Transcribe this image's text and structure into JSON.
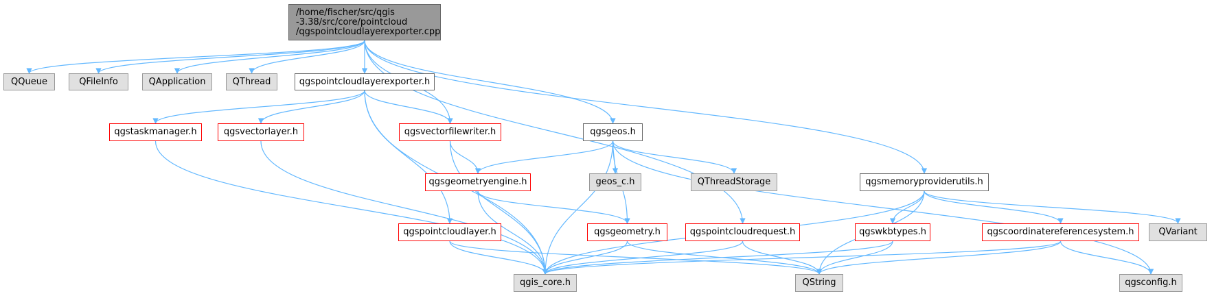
{
  "nodes": [
    {
      "id": "root",
      "lines": [
        "/home/fischer/src/qgis",
        "-3.38/src/core/pointcloud",
        "/qgspointcloudlayerexporter.cpp"
      ],
      "style": "root"
    },
    {
      "id": "qqueue",
      "label": "QQueue",
      "style": "gray"
    },
    {
      "id": "qfileinfo",
      "label": "QFileInfo",
      "style": "gray"
    },
    {
      "id": "qapplication",
      "label": "QApplication",
      "style": "gray"
    },
    {
      "id": "qthread",
      "label": "QThread",
      "style": "gray"
    },
    {
      "id": "exporter_h",
      "label": "qgspointcloudlayerexporter.h",
      "style": "white"
    },
    {
      "id": "taskmanager",
      "label": "qgstaskmanager.h",
      "style": "red"
    },
    {
      "id": "vectorlayer",
      "label": "qgsvectorlayer.h",
      "style": "red"
    },
    {
      "id": "vectorfilewriter",
      "label": "qgsvectorfilewriter.h",
      "style": "red"
    },
    {
      "id": "geos_h",
      "label": "qgsgeos.h",
      "style": "white"
    },
    {
      "id": "geometryengine",
      "label": "qgsgeometryengine.h",
      "style": "red"
    },
    {
      "id": "geos_c",
      "label": "geos_c.h",
      "style": "gray"
    },
    {
      "id": "qthreadstorage",
      "label": "QThreadStorage",
      "style": "gray"
    },
    {
      "id": "memprovider",
      "label": "qgsmemoryproviderutils.h",
      "style": "white"
    },
    {
      "id": "pointcloudlayer",
      "label": "qgspointcloudlayer.h",
      "style": "red"
    },
    {
      "id": "geometry",
      "label": "qgsgeometry.h",
      "style": "red"
    },
    {
      "id": "pointcloudrequest",
      "label": "qgspointcloudrequest.h",
      "style": "red"
    },
    {
      "id": "wkbtypes",
      "label": "qgswkbtypes.h",
      "style": "red"
    },
    {
      "id": "crs",
      "label": "qgscoordinatereferencesystem.h",
      "style": "red"
    },
    {
      "id": "qvariant",
      "label": "QVariant",
      "style": "gray"
    },
    {
      "id": "qgis_core",
      "label": "qgis_core.h",
      "style": "gray"
    },
    {
      "id": "qstring",
      "label": "QString",
      "style": "gray"
    },
    {
      "id": "qgsconfig",
      "label": "qgsconfig.h",
      "style": "gray"
    }
  ],
  "edges": [
    [
      "root",
      "qqueue"
    ],
    [
      "root",
      "qfileinfo"
    ],
    [
      "root",
      "qapplication"
    ],
    [
      "root",
      "qthread"
    ],
    [
      "root",
      "exporter_h"
    ],
    [
      "root",
      "vectorfilewriter"
    ],
    [
      "root",
      "geos_h"
    ],
    [
      "root",
      "pointcloudrequest"
    ],
    [
      "root",
      "memprovider"
    ],
    [
      "exporter_h",
      "taskmanager"
    ],
    [
      "exporter_h",
      "vectorlayer"
    ],
    [
      "exporter_h",
      "vectorfilewriter"
    ],
    [
      "exporter_h",
      "pointcloudlayer"
    ],
    [
      "exporter_h",
      "qgis_core"
    ],
    [
      "taskmanager",
      "qgis_core"
    ],
    [
      "vectorlayer",
      "qgis_core"
    ],
    [
      "vectorfilewriter",
      "geometryengine"
    ],
    [
      "vectorfilewriter",
      "qgis_core"
    ],
    [
      "geos_h",
      "geometryengine"
    ],
    [
      "geos_h",
      "geos_c"
    ],
    [
      "geos_h",
      "qthreadstorage"
    ],
    [
      "geos_h",
      "geometry"
    ],
    [
      "geos_h",
      "qgis_core"
    ],
    [
      "geos_h",
      "qgsconfig"
    ],
    [
      "geometryengine",
      "geometry"
    ],
    [
      "geometryengine",
      "qgis_core"
    ],
    [
      "pointcloudlayer",
      "qgis_core"
    ],
    [
      "pointcloudlayer",
      "qstring"
    ],
    [
      "geometry",
      "qgis_core"
    ],
    [
      "geometry",
      "qstring"
    ],
    [
      "pointcloudrequest",
      "qgis_core"
    ],
    [
      "pointcloudrequest",
      "qstring"
    ],
    [
      "memprovider",
      "wkbtypes"
    ],
    [
      "memprovider",
      "crs"
    ],
    [
      "memprovider",
      "qvariant"
    ],
    [
      "memprovider",
      "qgis_core"
    ],
    [
      "memprovider",
      "qstring"
    ],
    [
      "wkbtypes",
      "qgis_core"
    ],
    [
      "wkbtypes",
      "qstring"
    ],
    [
      "crs",
      "qgis_core"
    ],
    [
      "crs",
      "qstring"
    ],
    [
      "crs",
      "qgsconfig"
    ]
  ],
  "colors": {
    "edge": "#63b8ff",
    "root_fill": "#999999",
    "gray_fill": "#e0e0e0",
    "red_border": "#ff0000"
  }
}
